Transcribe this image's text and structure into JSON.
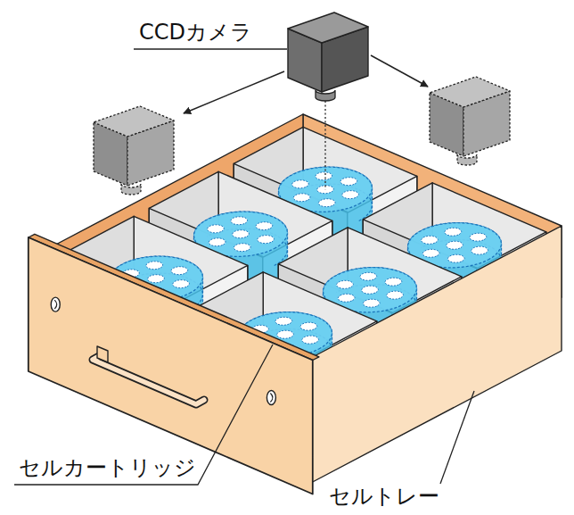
{
  "diagram": {
    "labels": [
      "CCDカメラ",
      "セルカートリッジ",
      "セルトレー"
    ]
  }
}
